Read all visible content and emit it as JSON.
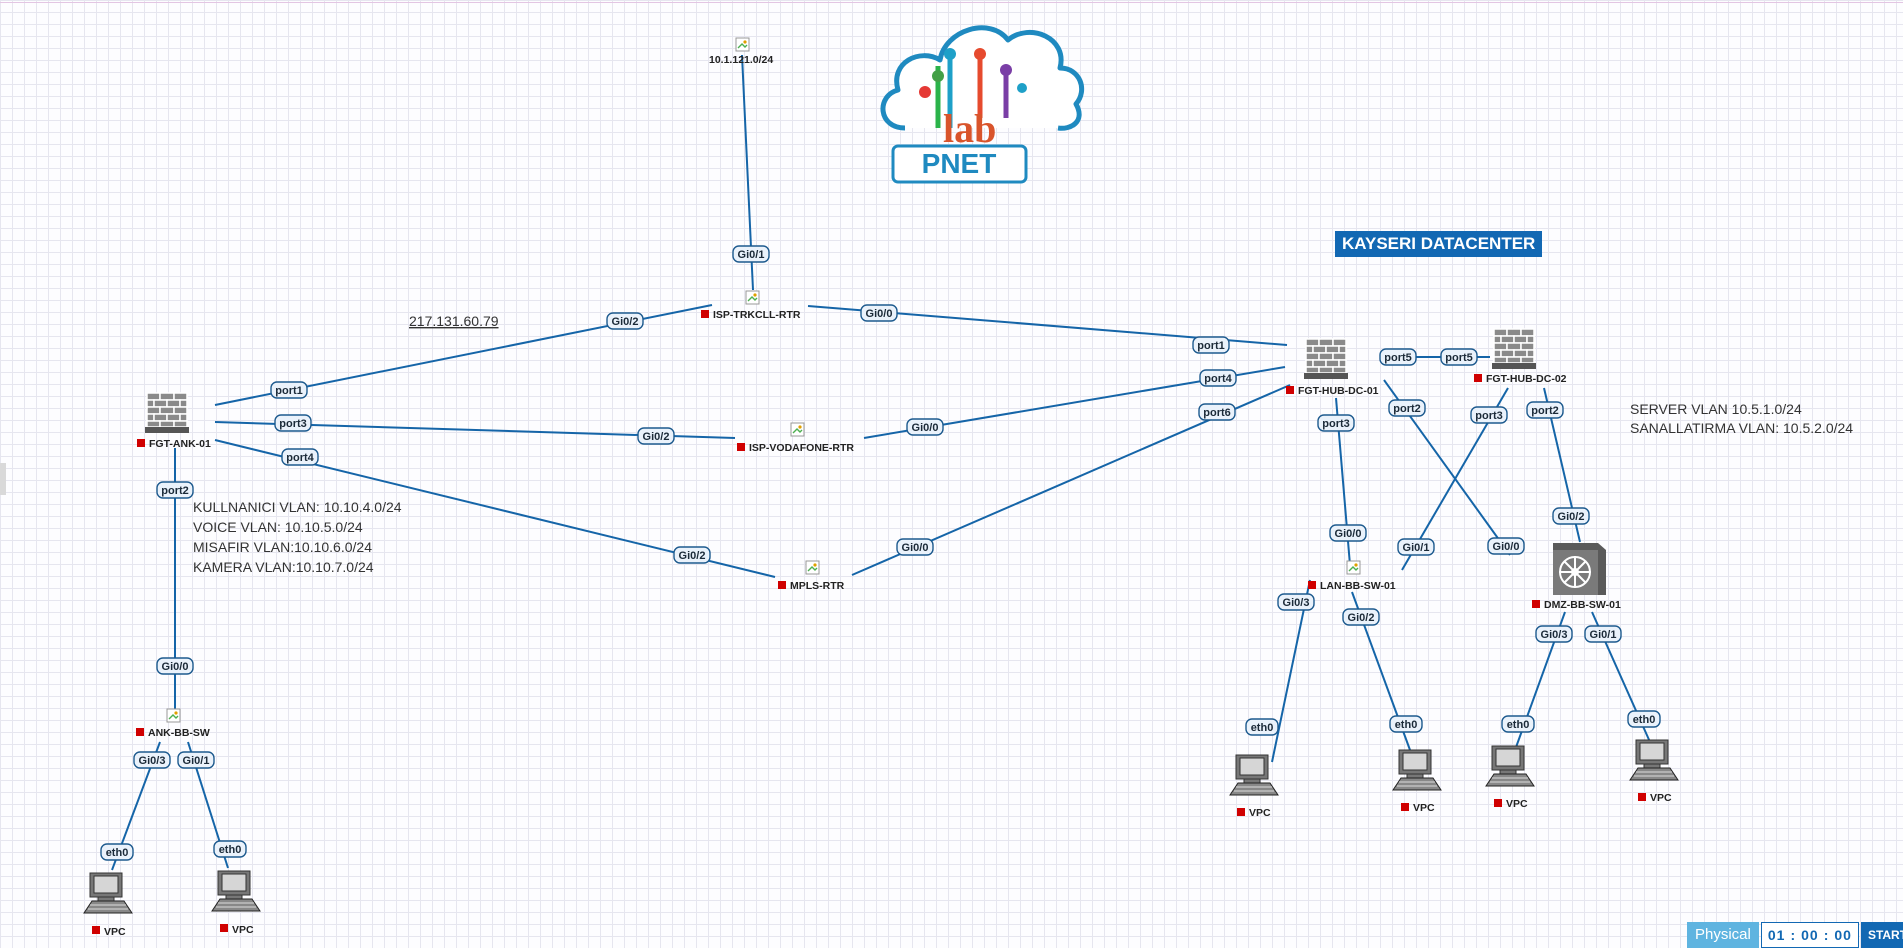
{
  "banner": {
    "label": "KAYSERI DATACENTER"
  },
  "logo": {
    "text": "PNET",
    "sub": "lab"
  },
  "notes": {
    "wan_ip": "217.131.60.79",
    "cloud_subnet": "10.1.121.0/24",
    "ank_vlans": [
      "KULLNANICI VLAN: 10.10.4.0/24",
      "VOICE VLAN: 10.10.5.0/24",
      "MISAFIR VLAN:10.10.6.0/24",
      "KAMERA VLAN:10.10.7.0/24"
    ],
    "dc_vlans": [
      "SERVER VLAN 10.5.1.0/24",
      "SANALLATIRMA VLAN: 10.5.2.0/24"
    ]
  },
  "nodes": {
    "fgt_ank": "FGT-ANK-01",
    "isp_trkcll": "ISP-TRKCLL-RTR",
    "isp_vodafone": "ISP-VODAFONE-RTR",
    "mpls": "MPLS-RTR",
    "fgt_hub1": "FGT-HUB-DC-01",
    "fgt_hub2": "FGT-HUB-DC-02",
    "lan_sw": "LAN-BB-SW-01",
    "dmz_sw": "DMZ-BB-SW-01",
    "ank_sw": "ANK-BB-SW",
    "vpc": "VPC"
  },
  "interfaces": {
    "ank_port1": "port1",
    "ank_port3": "port3",
    "ank_port4": "port4",
    "ank_port2": "port2",
    "trk_gi02": "Gi0/2",
    "trk_gi00": "Gi0/0",
    "trk_gi01": "Gi0/1",
    "vod_gi02": "Gi0/2",
    "vod_gi00": "Gi0/0",
    "mpls_gi02": "Gi0/2",
    "mpls_gi00": "Gi0/0",
    "hub1_port1": "port1",
    "hub1_port4": "port4",
    "hub1_port6": "port6",
    "hub1_port5": "port5",
    "hub1_port3": "port3",
    "hub1_port2": "port2",
    "hub2_port5": "port5",
    "hub2_port3": "port3",
    "hub2_port2": "port2",
    "lan_gi00": "Gi0/0",
    "lan_gi01": "Gi0/1",
    "lan_gi03": "Gi0/3",
    "lan_gi02": "Gi0/2",
    "dmz_gi00": "Gi0/0",
    "dmz_gi02": "Gi0/2",
    "dmz_gi03": "Gi0/3",
    "dmz_gi01": "Gi0/1",
    "ank_gi00": "Gi0/0",
    "ank_gi03": "Gi0/3",
    "ank_gi01": "Gi0/1",
    "eth0": "eth0"
  },
  "footer": {
    "mode_label": "Physical",
    "timer": [
      "01",
      "00",
      "00"
    ],
    "start_label": "START"
  },
  "colors": {
    "link": "#1565a8",
    "accent": "#1268b3",
    "status": "#d00000"
  }
}
